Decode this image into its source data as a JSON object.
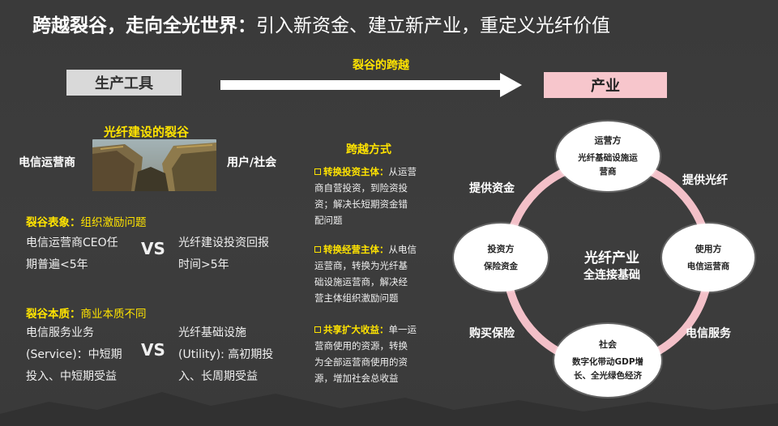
{
  "title": {
    "bold": "跨越裂谷，走向全光世界：",
    "normal": "引入新资金、建立新产业，重定义光纤价值"
  },
  "top": {
    "left_box": "生产工具",
    "right_box": "产业",
    "arrow_label": "裂谷的跨越"
  },
  "gap": {
    "title": "光纤建设的裂谷",
    "left_party": "电信运营商",
    "right_party": "用户/社会"
  },
  "symptom": {
    "label": "裂谷表象：",
    "value": "组织激励问题",
    "left_text_1": "电信运营商CEO任",
    "left_text_2": "期普遍<5年",
    "vs": "VS",
    "right_text_1": "光纤建设投资回报",
    "right_text_2": "时间>5年"
  },
  "essence": {
    "label": "裂谷本质：",
    "value": "商业本质不同",
    "left_text_1": "电信服务业务",
    "left_text_2": "(Service)：中短期",
    "left_text_3": "投入、中短期受益",
    "vs": "VS",
    "right_text_1": "光纤基础设施",
    "right_text_2": "(Utility): 高初期投",
    "right_text_3": "入、长周期受益"
  },
  "ways": {
    "title": "跨越方式",
    "items": [
      {
        "head": "转换投资主体：",
        "lines": [
          "从运营",
          "商自营投资，到险资投",
          "资；解决长短期资金错",
          "配问题"
        ]
      },
      {
        "head": "转换经营主体：",
        "lines": [
          "从电信",
          "运营商，转换为光纤基",
          "础设施运营商，解决经",
          "营主体组织激励问题"
        ]
      },
      {
        "head": "共享扩大收益：",
        "lines": [
          "单一运",
          "营商使用的资源，转换",
          "为全部运营商使用的资",
          "源，增加社会总收益"
        ]
      }
    ]
  },
  "cycle": {
    "center_1": "光纤产业",
    "center_2": "全连接基础",
    "nodes": {
      "top": {
        "title": "运营方",
        "desc": [
          "光纤基础设施运",
          "营商"
        ]
      },
      "left": {
        "title": "投资方",
        "desc": [
          "保险资金"
        ]
      },
      "right": {
        "title": "使用方",
        "desc": [
          "电信运营商"
        ]
      },
      "bottom": {
        "title": "社会",
        "desc": [
          "数字化带动GDP增",
          "长、全光绿色经济"
        ]
      }
    },
    "edges": {
      "top_left": "提供资金",
      "top_right": "提供光纤",
      "bottom_left": "购买保险",
      "bottom_right": "电信服务"
    },
    "ring_color": "#f3c0c8"
  },
  "colors": {
    "accent_yellow": "#ffe300",
    "pink": "#f7c6cc",
    "gray_box": "#d9d9d9",
    "background": "#3b3b3b"
  }
}
